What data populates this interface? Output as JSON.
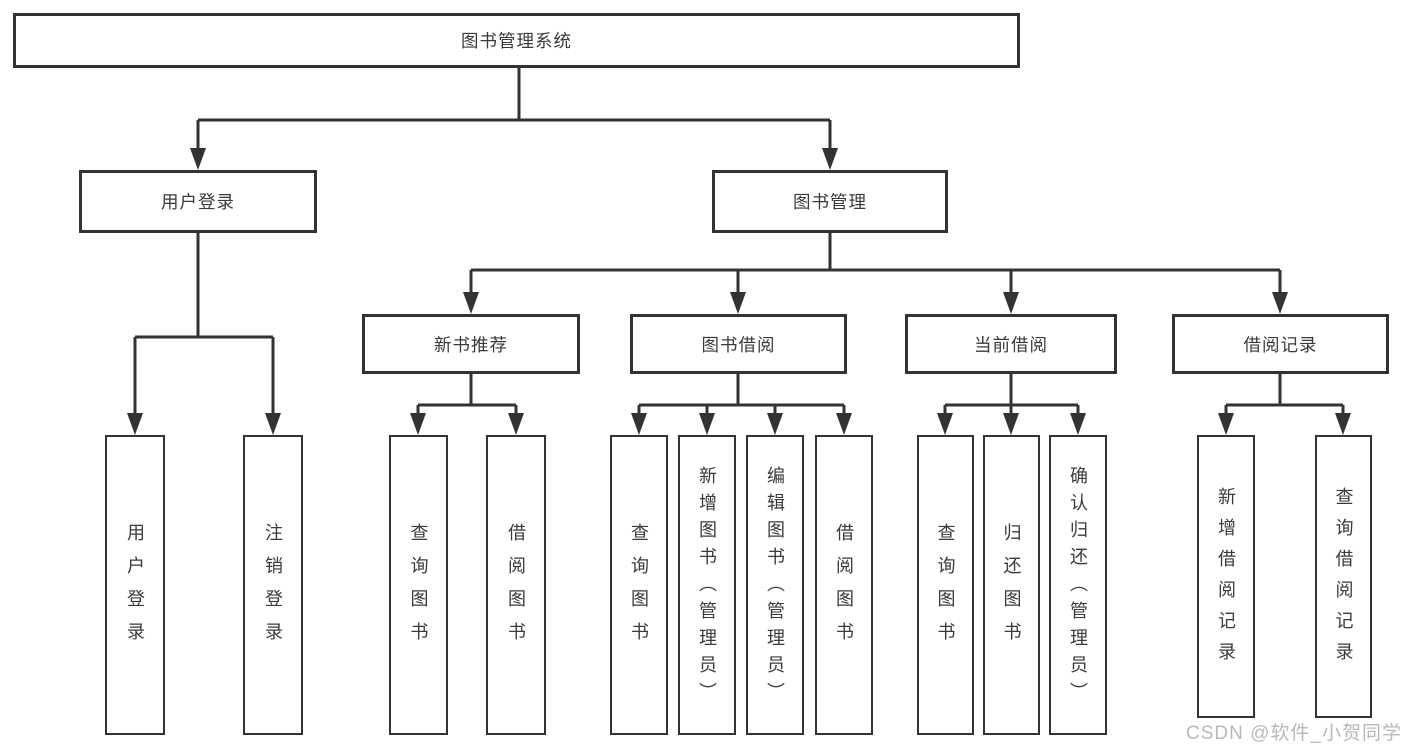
{
  "diagram": {
    "nodes": {
      "root": "图书管理系统",
      "user_login": "用户登录",
      "book_mgmt": "图书管理",
      "new_books": "新书推荐",
      "book_borrow": "图书借阅",
      "current_borrow": "当前借阅",
      "borrow_records": "借阅记录",
      "leaf_user_login": "用户登录",
      "leaf_logout": "注销登录",
      "nb_query": "查询图书",
      "nb_borrow": "借阅图书",
      "bb_query": "查询图书",
      "bb_add": "新增图书（管理员）",
      "bb_edit": "编辑图书（管理员）",
      "bb_borrow": "借阅图书",
      "cb_query": "查询图书",
      "cb_return": "归还图书",
      "cb_confirm": "确认归还（管理员）",
      "br_add": "新增借阅记录",
      "br_query": "查询借阅记录"
    },
    "watermark": "CSDN @软件_小贺同学",
    "colors": {
      "line": "#333333",
      "text": "#3a3a3a",
      "watermark": "#b9b9b9",
      "background": "#ffffff"
    }
  }
}
